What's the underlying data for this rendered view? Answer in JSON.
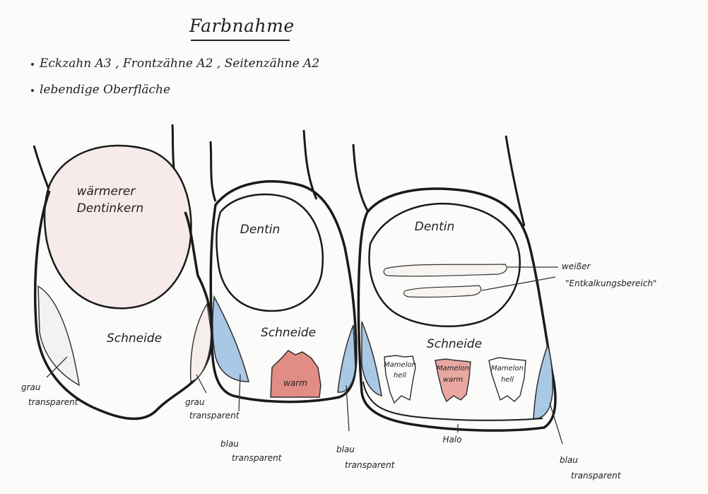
{
  "title": "Farbnahme",
  "notes": [
    "Eckzahn A3 , Frontzähne A2 , Seitenzähne A2",
    "lebendige Oberfläche"
  ],
  "colors": {
    "outline": "#1a1a1a",
    "blue_transparent": "#a9c8e6",
    "warm": "#e28c86",
    "pale_pink": "#f6eaea"
  },
  "tooth1": {
    "core_label_line1": "wärmerer",
    "core_label_line2": "Dentinkern",
    "incisal_label": "Schneide",
    "left_annotation_line1": "grau",
    "left_annotation_line2": "transparent",
    "right_annotation_line1": "grau",
    "right_annotation_line2": "transparent"
  },
  "tooth2": {
    "core_label": "Dentin",
    "incisal_label": "Schneide",
    "warm_label": "warm",
    "left_annotation_line1": "blau",
    "left_annotation_line2": "transparent",
    "right_annotation_line1": "blau",
    "right_annotation_line2": "transparent"
  },
  "tooth3": {
    "core_label": "Dentin",
    "incisal_label": "Schneide",
    "white_area_line1": "weißer",
    "white_area_line2": "\"Entkalkungsbereich\"",
    "mamelon_left_line1": "Mamelon",
    "mamelon_left_line2": "hell",
    "mamelon_mid_line1": "Mamelon",
    "mamelon_mid_line2": "warm",
    "mamelon_right_line1": "Mamelon",
    "mamelon_right_line2": "hell",
    "halo_label": "Halo",
    "right_annotation_line1": "blau",
    "right_annotation_line2": "transparent"
  }
}
